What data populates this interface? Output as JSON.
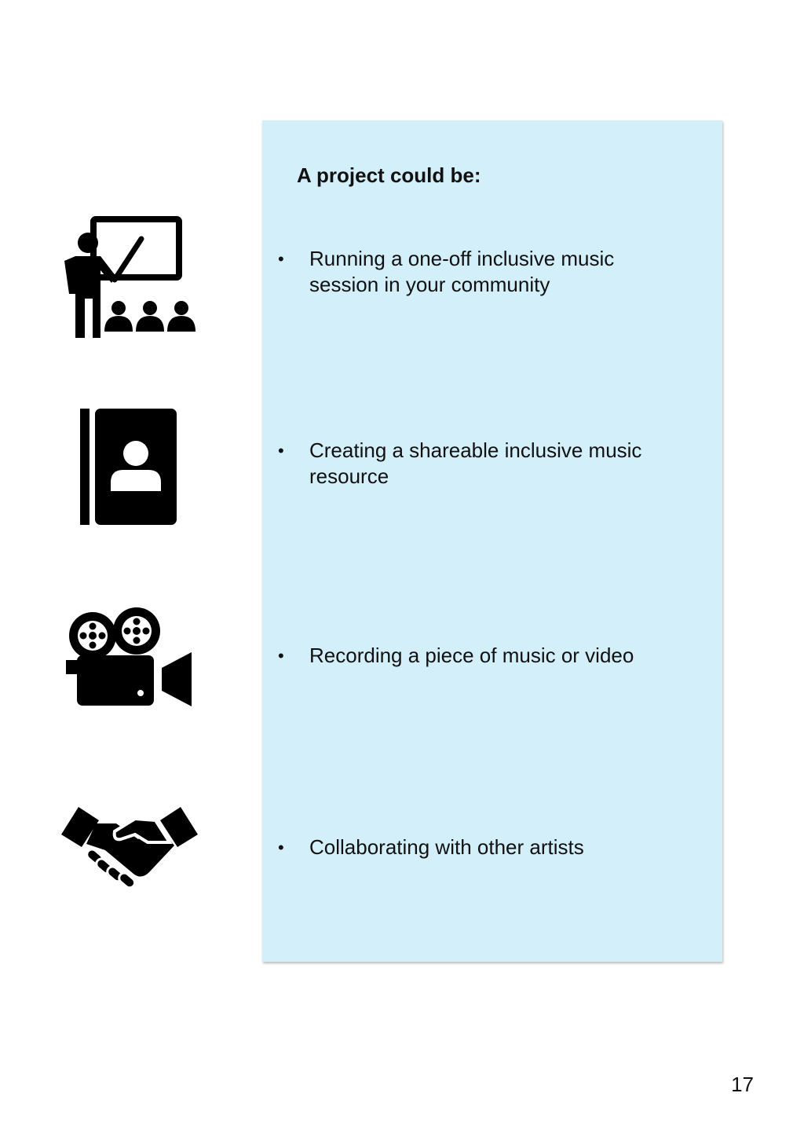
{
  "panel": {
    "heading": "A project could be:",
    "bullet_glyph": "•",
    "items": [
      {
        "text": "Running a one-off inclusive music session in your community",
        "icon": "teacher-presentation-icon"
      },
      {
        "text": "Creating a shareable inclusive music resource",
        "icon": "contact-book-icon"
      },
      {
        "text": "Recording a piece of music or video",
        "icon": "movie-camera-icon"
      },
      {
        "text": "Collaborating with other artists",
        "icon": "handshake-icon"
      }
    ],
    "background_color": "#d3effa"
  },
  "page_number": "17"
}
